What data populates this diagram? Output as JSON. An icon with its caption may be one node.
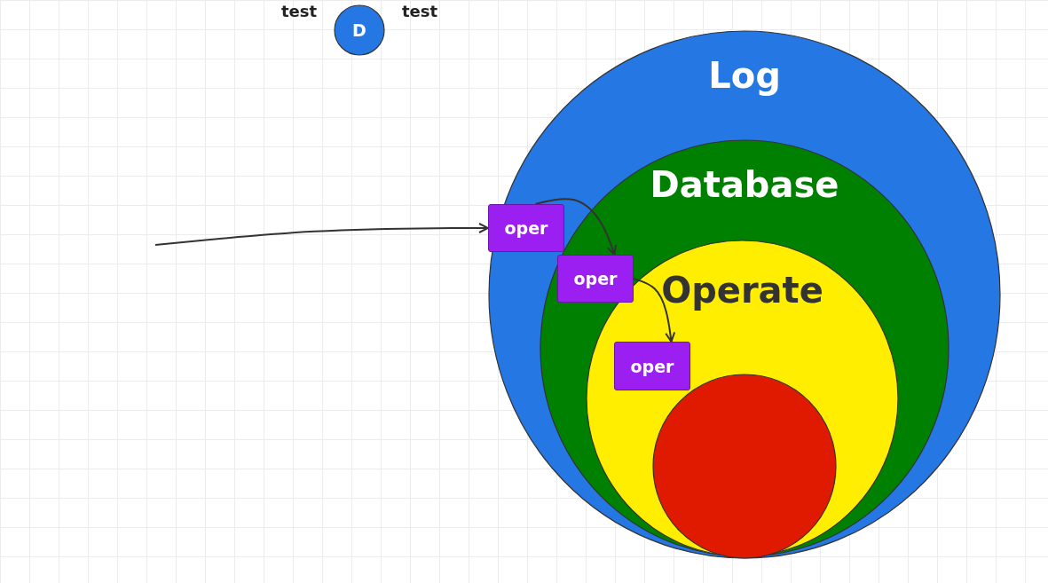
{
  "diagram": {
    "nodes": [
      {
        "text": [
          "D"
        ],
        "beside": [
          "test",
          "test"
        ]
      },
      {
        "text": [
          "Log"
        ]
      },
      {
        "text": [
          "Database"
        ],
        "in": 1
      },
      {
        "text": [
          "Operate"
        ],
        "in": 2
      },
      {
        "text": [],
        "shape": "circle",
        "in": 3
      },
      {
        "text": [
          "oper"
        ],
        "in": 1
      },
      {
        "text": [
          "oper"
        ],
        "in": 2
      },
      {
        "text": [
          "oper"
        ],
        "in": 3
      }
    ],
    "edges": [
      {
        "from": null,
        "to": 5,
        "arrow": "to"
      },
      {
        "from": 5,
        "to": 6,
        "arrow": "to"
      },
      {
        "from": 6,
        "to": 7,
        "arrow": "to"
      }
    ]
  }
}
